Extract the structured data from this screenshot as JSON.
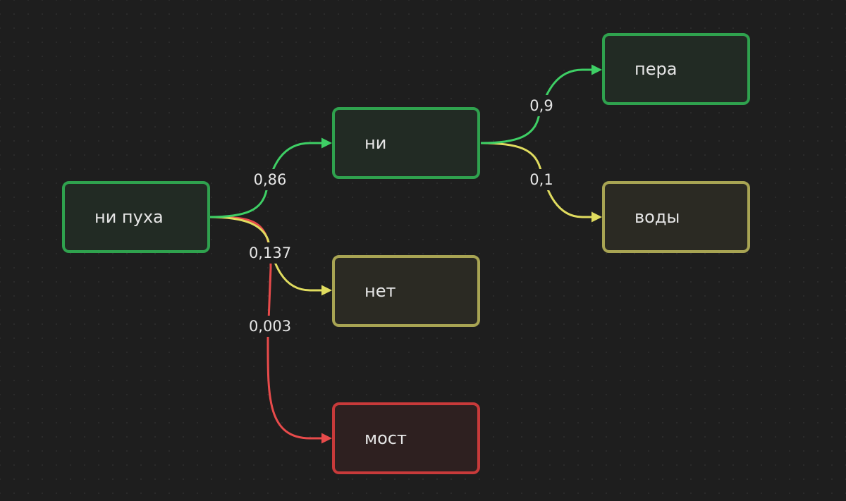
{
  "colors": {
    "green": "#3ecf65",
    "yellow": "#e0dc5f",
    "red": "#e84b4b"
  },
  "nodes": {
    "root": "ни пуха",
    "ni": "ни",
    "net": "нет",
    "most": "мост",
    "pera": "пера",
    "vody": "воды"
  },
  "edges": {
    "root_ni": "0,86",
    "root_net": "0,137",
    "root_most": "0,003",
    "ni_pera": "0,9",
    "ni_vody": "0,1"
  }
}
